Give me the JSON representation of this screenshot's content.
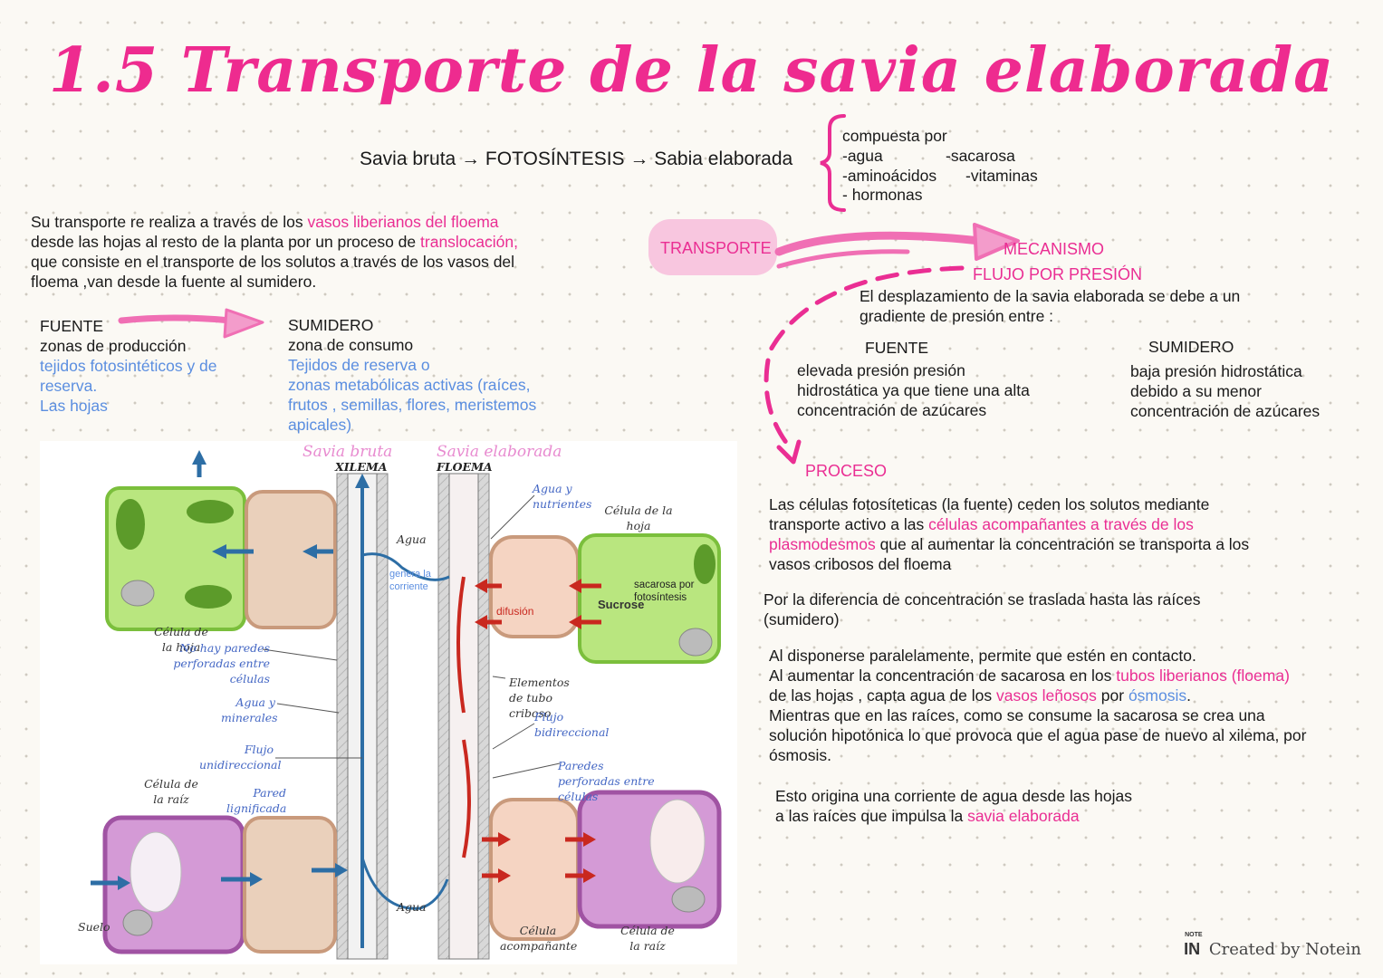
{
  "title": "1.5 Transporte de la savia elaborada",
  "flow": {
    "a": "Savia bruta",
    "arrow1": "→",
    "b": "FOTOSÍNTESIS",
    "arrow2": "→",
    "c": "Sabia elaborada"
  },
  "composition": {
    "heading": "compuesta por",
    "items": [
      "-agua",
      "-sacarosa",
      "-aminoácidos",
      "-vitaminas",
      "- hormonas"
    ]
  },
  "intro": {
    "p1": "Su transporte re realiza a través de los ",
    "hl1": "vasos liberianos del floema",
    "p2": "desde las hojas al resto de la planta por un proceso de ",
    "hl2": "translocación,",
    "p3": "que consiste en el transporte de los solutos a través de los vasos del",
    "p4": "floema ,van desde la fuente al sumidero."
  },
  "fuente_left": {
    "label": "FUENTE",
    "line1": "zonas de producción",
    "blue1": "tejidos fotosintéticos y de",
    "blue2": "reserva.",
    "blue3": "Las hojas"
  },
  "sumidero_left": {
    "label": "SUMIDERO",
    "line1": "zona de consumo",
    "blue1": "Tejidos de reserva o",
    "blue2": "zonas metabólicas activas (raíces,",
    "blue3": "frutos , semillas, flores, meristemos",
    "blue4": "apicales)"
  },
  "transporte": "TRANSPORTE",
  "mecanismo": "MECANISMO",
  "flujo": "FLUJO POR PRESIÓN",
  "flujo_desc": {
    "l1": "El desplazamiento de la savia elaborada se debe a un",
    "l2": "gradiente de presión entre :"
  },
  "fuente_right": {
    "label": "FUENTE",
    "l1": "elevada presión presión",
    "l2": "hidrostática ya que tiene una alta",
    "l3": "concentración de azúcares"
  },
  "sumidero_right": {
    "label": "SUMIDERO",
    "l1": "baja presión hidrostática",
    "l2": "debido a su menor",
    "l3": "concentración de azúcares"
  },
  "proceso": "PROCESO",
  "proc1": {
    "l1": "Las células fotosíteticas (la fuente) ceden los solutos mediante",
    "l2a": "transporte activo a las ",
    "l2b": "células acompañantes a través de los",
    "l3a": "plasmodesmos",
    "l3b": " que al aumentar la concentración se transporta a los",
    "l4": "vasos cribosos del floema"
  },
  "proc2": {
    "l1": "Por la diferencia de concentración se traslada hasta las raíces",
    "l2": "(sumidero)"
  },
  "proc3": {
    "l1": "Al disponerse paralelamente, permite que estén en contacto.",
    "l2a": "Al aumentar la concentración de sacarosa en los ",
    "l2b": "tubos liberianos (floema)",
    "l3a": "de las hojas , capta agua de los ",
    "l3b": "vasos leñosos",
    "l3c": " por ",
    "l3d": "ósmosis",
    "l3e": ".",
    "l4": "Mientras que en las raíces, como se consume la sacarosa se crea una",
    "l5": "solución hipotónica lo que provoca que el agua pase de nuevo al xilema,  por",
    "l6": "ósmosis."
  },
  "proc4": {
    "l1": "Esto origina una corriente de agua desde las hojas",
    "l2a": "a las raíces que impulsa la ",
    "l2b": "savia elaborada"
  },
  "diagram": {
    "hand_bruta": "Savia bruta",
    "hand_elab": "Savia elaborada",
    "xilema": "XILEMA",
    "floema": "FLOEMA",
    "agua_nutrientes": "Agua y nutrientes",
    "celula_hoja_r": "Célula de la hoja",
    "agua_top": "Agua",
    "genera": "genera la corriente",
    "sacarosa": "sacarosa por fotosíntesis",
    "sucrose": "Sucrose",
    "difusion": "difusión",
    "celula_hoja_l": "Célula de la hoja",
    "no_hay": "No hay paredes perforadas entre células",
    "agua_minerales": "Agua y minerales",
    "flujo_uni": "Flujo unidireccional",
    "elementos": "Elementos de tubo criboso",
    "flujo_bi": "Flujo bidireccional",
    "paredes": "Paredes perforadas entre células",
    "celula_raiz_l": "Célula de la raíz",
    "pared": "Pared lignificada",
    "agua_bottom": "Agua",
    "suelo": "Suelo",
    "acompanante": "Célula acompañante",
    "celula_raiz_r": "Célula de la raíz"
  },
  "footer": {
    "logo": "IN",
    "logo_small": "NOTE",
    "text": "Created by Notein"
  }
}
